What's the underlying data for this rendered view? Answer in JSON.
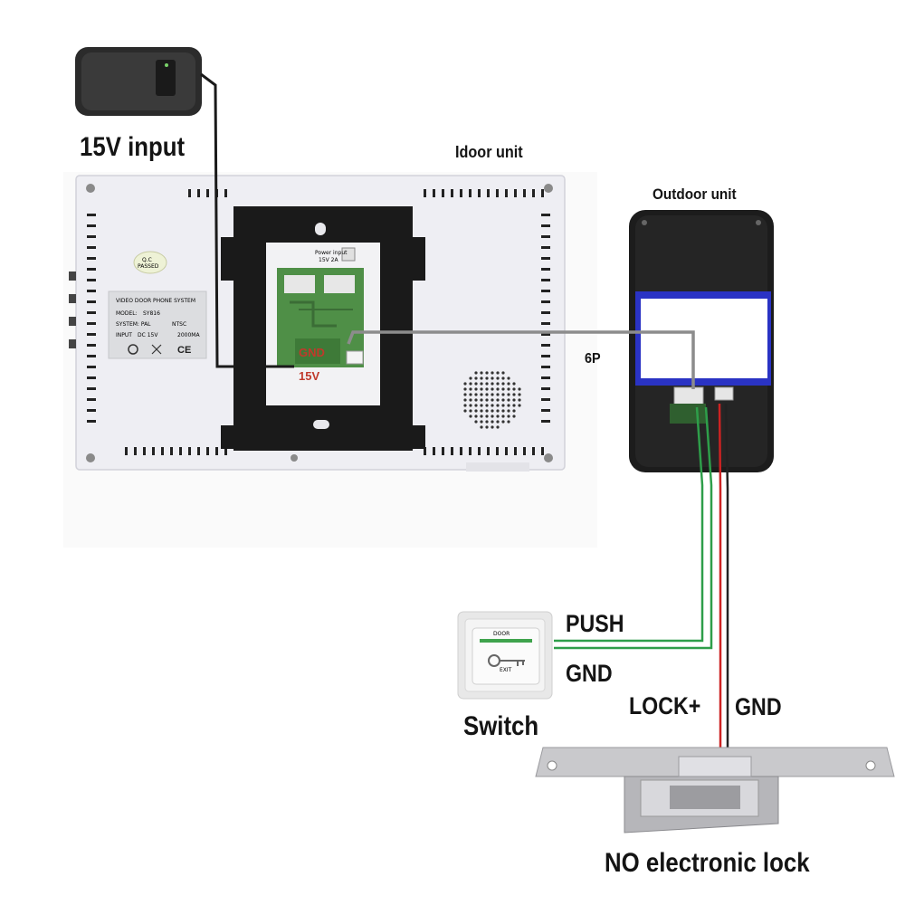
{
  "labels": {
    "power_input": "15V input",
    "indoor_unit": "Idoor unit",
    "outdoor_unit": "Outdoor unit",
    "six_pin": "6P",
    "push": "PUSH",
    "switch_gnd": "GND",
    "lock_plus": "LOCK+",
    "lock_gnd": "GND",
    "switch": "Switch",
    "lock": "NO electronic lock"
  },
  "board": {
    "gnd": "GND",
    "v15": "15V",
    "power_input_label": "Power input",
    "power_rating": "15V 2A"
  },
  "nameplate": {
    "title": "VIDEO DOOR PHONE SYSTEM",
    "model_label": "MODEL:",
    "model_value": "SY816",
    "system_label": "SYSTEM: PAL",
    "ntsc_label": "NTSC",
    "input_label": "INPUT",
    "input_value": "DC 15V",
    "current_value": "2000MA",
    "ce_mark": "CE"
  },
  "qc_badge": {
    "line1": "Q.C",
    "line2": "PASSED"
  },
  "exit_button": {
    "top": "DOOR",
    "bottom": "EXIT"
  },
  "wire_colors": {
    "power": "#1a1a1a",
    "six_pin": "#8c8c8c",
    "push": "#2e9e4a",
    "switch_gnd": "#2e9e4a",
    "lock_plus": "#cc2222",
    "lock_gnd": "#222222"
  }
}
